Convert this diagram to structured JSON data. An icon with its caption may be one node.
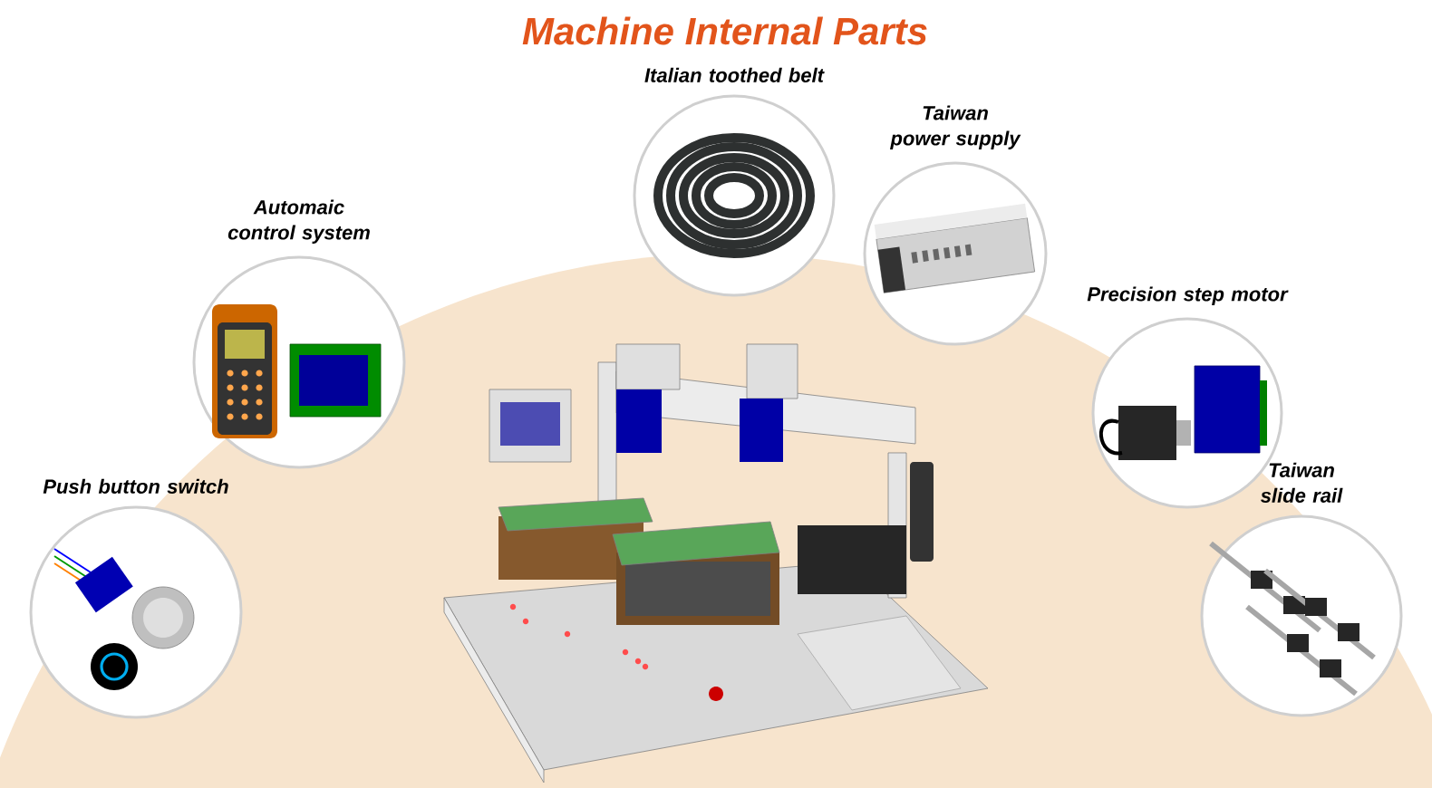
{
  "diagram": {
    "title": "Machine Internal Parts",
    "nodes": [
      {
        "text": [
          "Italian toothed belt"
        ]
      },
      {
        "text": [
          "Taiwan power supply"
        ]
      },
      {
        "text": [
          "Automaic control system"
        ]
      },
      {
        "text": [
          "Precision step motor"
        ]
      },
      {
        "text": [
          "Push button switch"
        ]
      },
      {
        "text": [
          "Taiwan slide rail"
        ]
      }
    ]
  }
}
